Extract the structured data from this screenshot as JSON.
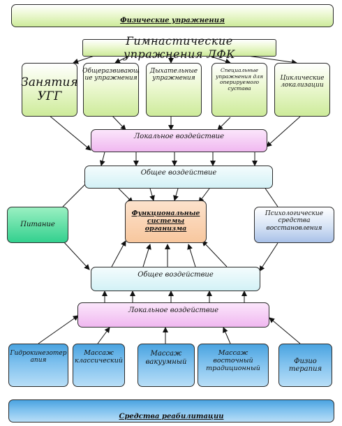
{
  "top_banner": "Физические упражнения",
  "header_lfk": "Гимнастические упражнения ЛФК",
  "exercise_boxes": [
    "Занятия УГГ",
    "Общеразвивающ ие упражнения",
    "Дыхательные упражнения",
    "Специальные упражнения для оперируемого сустава",
    "Циклические локализации"
  ],
  "local_top": "Локальное воздействие",
  "general_top": "Общее воздействие",
  "center": "Функциональные системы организма",
  "left_side": "Питание",
  "right_side": "Психологические средства восстановления",
  "general_bottom": "Общее воздействие",
  "local_bottom": "Локальное воздействие",
  "rehab_boxes": [
    "Гидрокинезотер апия",
    "Массаж классический",
    "Массаж вакуумный",
    "Массаж восточный традиционный",
    "Физио терапия"
  ],
  "bottom_banner": "Средства реабилитации",
  "colors": {
    "green": "#cdeb9a",
    "blue": "#4aa3e0",
    "pink": "#f0b8f0",
    "cyan": "#d3f1f6",
    "mint": "#33d08e",
    "peach": "#f8c79e",
    "lavender": "#a9c1e8"
  }
}
